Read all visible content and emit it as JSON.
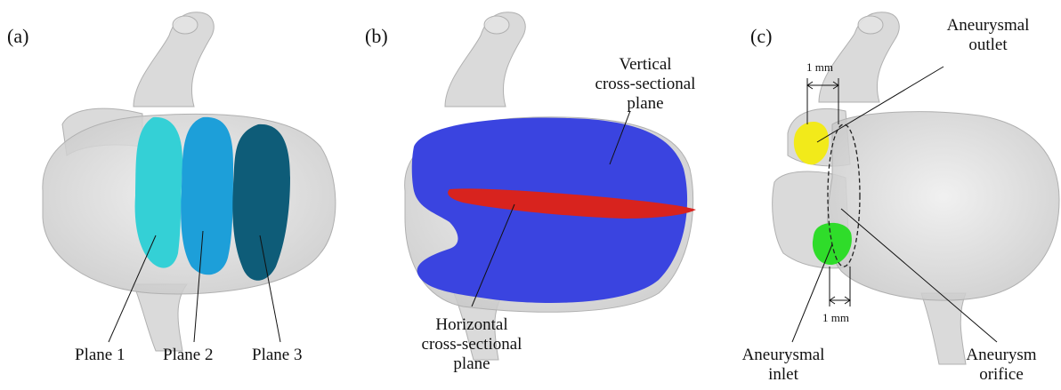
{
  "panels": {
    "a": {
      "letter": "(a)",
      "planes": [
        {
          "label": "Plane 1",
          "color": "#34d0d6"
        },
        {
          "label": "Plane 2",
          "color": "#1d9fd9"
        },
        {
          "label": "Plane 3",
          "color": "#0e5c78"
        }
      ]
    },
    "b": {
      "letter": "(b)",
      "vertical_label": [
        "Vertical",
        "cross-sectional",
        "plane"
      ],
      "horizontal_label": [
        "Horizontal",
        "cross-sectional",
        "plane"
      ],
      "vertical_color": "#3a44e0",
      "horizontal_color": "#d8231e"
    },
    "c": {
      "letter": "(c)",
      "outlet_label": [
        "Aneurysmal",
        "outlet"
      ],
      "inlet_label": [
        "Aneurysmal",
        "inlet"
      ],
      "orifice_label": [
        "Aneurysm",
        "orifice"
      ],
      "dim_top": "1 mm",
      "dim_bottom": "1 mm",
      "outlet_color": "#f2ea1a",
      "inlet_color": "#2fdc2a"
    }
  },
  "vessel_color": "#d9d9d9"
}
